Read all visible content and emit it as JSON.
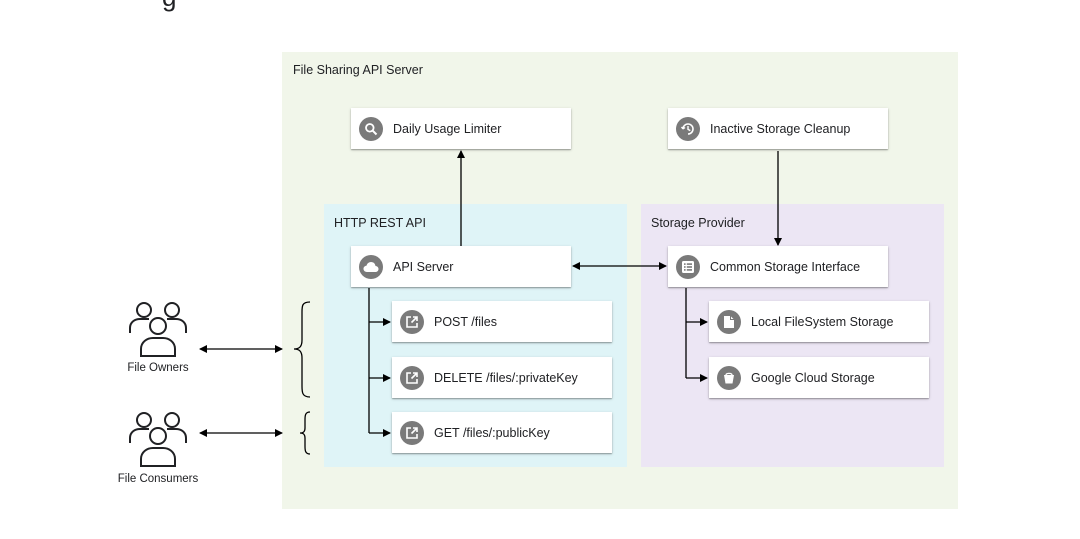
{
  "heading_fragment": "g",
  "regions": {
    "server": {
      "label": "File Sharing API Server",
      "color": "#f1f6ea"
    },
    "http": {
      "label": "HTTP REST API",
      "color": "#dff4f7"
    },
    "storage": {
      "label": "Storage Provider",
      "color": "#ece6f4"
    }
  },
  "nodes": {
    "limiter": {
      "label": "Daily Usage Limiter",
      "icon": "search-icon"
    },
    "cleanup": {
      "label": "Inactive Storage Cleanup",
      "icon": "clock-history-icon"
    },
    "api_server": {
      "label": "API Server",
      "icon": "cloud-icon"
    },
    "storage_interface": {
      "label": "Common Storage Interface",
      "icon": "list-icon"
    },
    "post_files": {
      "label": "POST /files",
      "icon": "external-link-icon"
    },
    "delete_files": {
      "label": "DELETE /files/:privateKey",
      "icon": "external-link-icon"
    },
    "get_files": {
      "label": "GET /files/:publicKey",
      "icon": "external-link-icon"
    },
    "local_storage": {
      "label": "Local FileSystem Storage",
      "icon": "file-icon"
    },
    "gcs": {
      "label": "Google Cloud Storage",
      "icon": "bucket-icon"
    }
  },
  "actors": {
    "owners": {
      "label": "File Owners",
      "icon": "users-icon"
    },
    "consumers": {
      "label": "File Consumers",
      "icon": "users-icon"
    }
  },
  "colors": {
    "icon_bg": "#7a7a7a",
    "line": "#000000"
  }
}
